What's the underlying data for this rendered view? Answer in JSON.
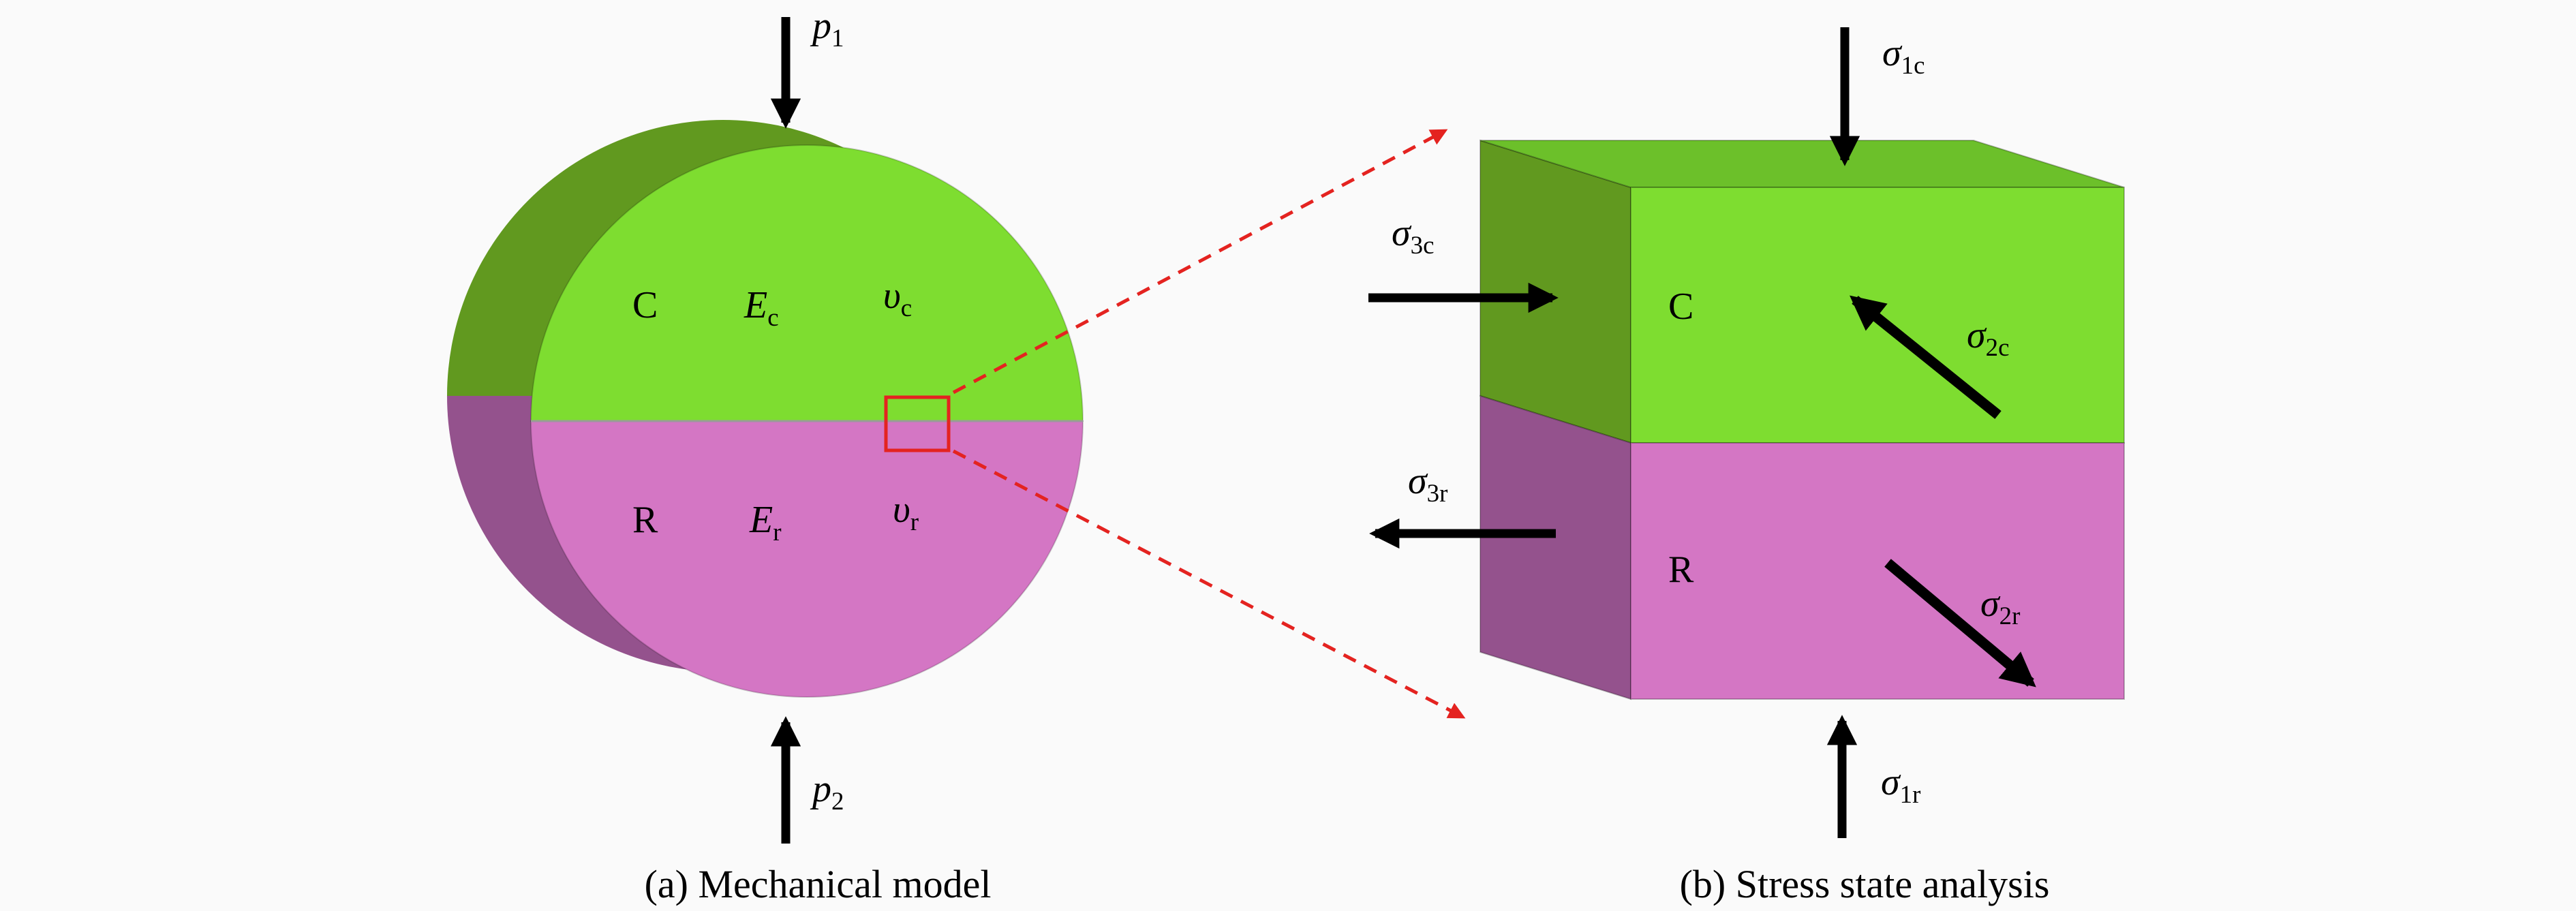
{
  "colors": {
    "green_front": "#7edd30",
    "green_top": "#6cc02a",
    "green_side": "#61991f",
    "pink_front": "#d476c4",
    "purple_side": "#94528d",
    "arrow_black": "#000000",
    "red_accent": "#e42320",
    "background": "#fafafa",
    "iface_gray": "#9a9a9a"
  },
  "panel_a": {
    "caption": "(a) Mechanical model",
    "labels": {
      "p1": {
        "base": "p",
        "sub": "1"
      },
      "p2": {
        "base": "p",
        "sub": "2"
      },
      "C": "C",
      "R": "R",
      "Ec": {
        "base": "E",
        "sub": "c"
      },
      "Er": {
        "base": "E",
        "sub": "r"
      },
      "vc": {
        "base": "υ",
        "sub": "c"
      },
      "vr": {
        "base": "υ",
        "sub": "r"
      }
    }
  },
  "panel_b": {
    "caption": "(b) Stress state analysis",
    "labels": {
      "C": "C",
      "R": "R",
      "sigma_1c": {
        "base": "σ",
        "sub": "1c"
      },
      "sigma_3c": {
        "base": "σ",
        "sub": "3c"
      },
      "sigma_2c": {
        "base": "σ",
        "sub": "2c"
      },
      "sigma_3r": {
        "base": "σ",
        "sub": "3r"
      },
      "sigma_2r": {
        "base": "σ",
        "sub": "2r"
      },
      "sigma_1r": {
        "base": "σ",
        "sub": "1r"
      }
    }
  }
}
